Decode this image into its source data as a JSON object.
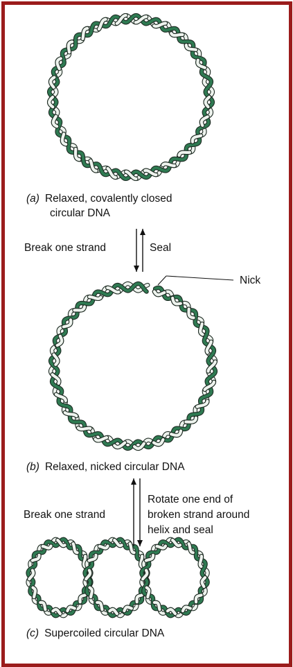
{
  "colors": {
    "frame": "#9b1c1c",
    "strand_green": "#2f7a52",
    "strand_light": "#eef3ee",
    "outline": "#1d2a22"
  },
  "figure": {
    "panel_a": {
      "letter": "(a)",
      "line1": "Relaxed, covalently closed",
      "line2": "circular DNA"
    },
    "step1": {
      "left_label": "Break one strand",
      "right_label": "Seal"
    },
    "nick_label": "Nick",
    "panel_b": {
      "letter": "(b)",
      "line1": "Relaxed, nicked circular DNA"
    },
    "step2": {
      "left_label": "Break one strand",
      "right_line1": "Rotate one end of",
      "right_line2": "broken strand around",
      "right_line3": "helix and seal"
    },
    "panel_c": {
      "letter": "(c)",
      "line1": "Supercoiled circular DNA"
    }
  }
}
